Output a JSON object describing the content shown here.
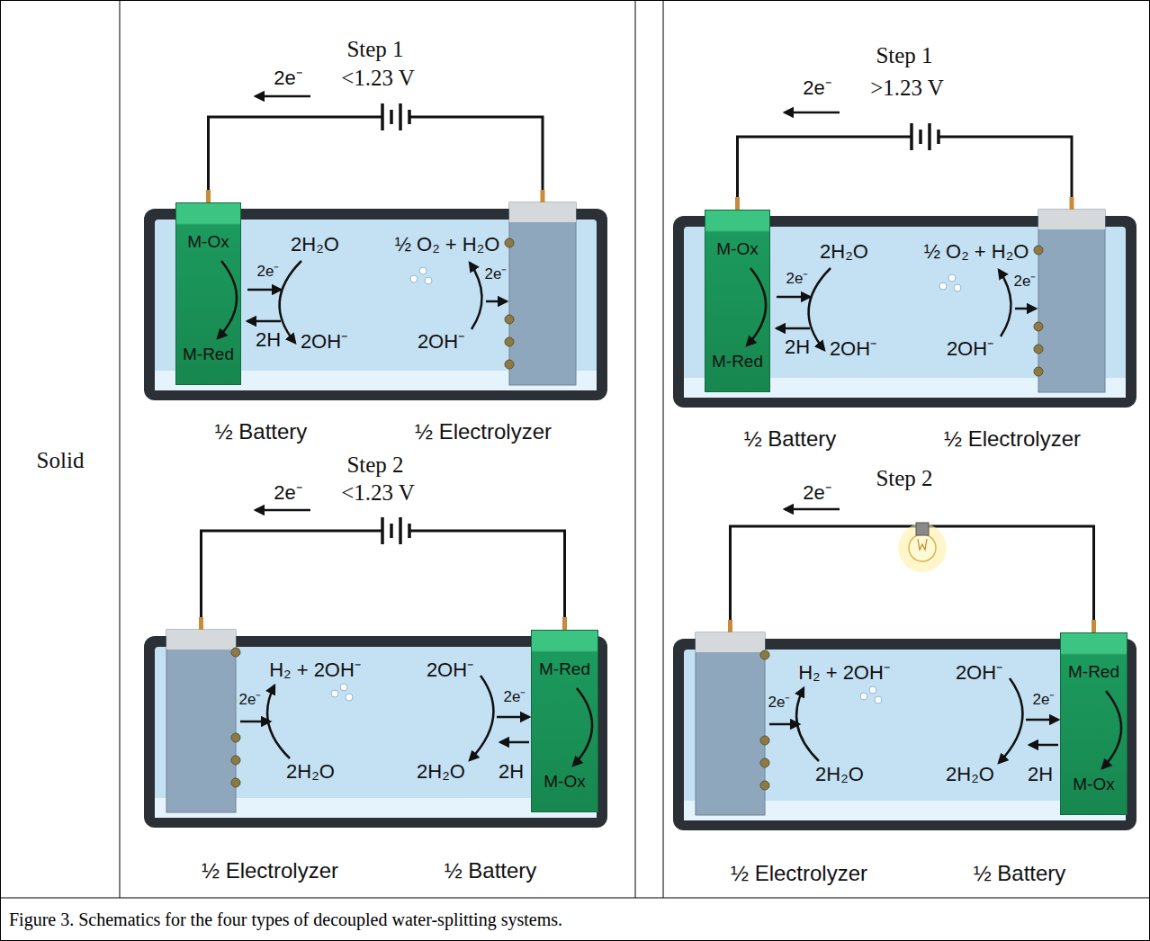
{
  "diagram": {
    "caption": "Figure 3.  Schematics for the four types of decoupled water-splitting systems.",
    "nodes": [
      {
        "text": [
          "M-Ox",
          "M-Red"
        ]
      },
      {
        "text": [
          "M-Red",
          "M-Ox"
        ]
      },
      {
        "text": [
          "M-Ox",
          "M-Red"
        ]
      },
      {
        "text": [
          "M-Red",
          "M-Ox"
        ]
      }
    ],
    "labels": [
      "Solid",
      "Step 1",
      "<1.23 V",
      "2e⁻",
      "2H₂O",
      "½ O₂ + H₂O",
      "2e⁻",
      "2e⁻",
      "2H",
      "2OH⁻",
      "2OH⁻",
      "½ Battery",
      "½ Electrolyzer",
      "Step 2",
      "<1.23 V",
      "2e⁻",
      "H₂ + 2OH⁻",
      "2OH⁻",
      "2e⁻",
      "2e⁻",
      "2H₂O",
      "2H₂O",
      "2H",
      "½ Electrolyzer",
      "½ Battery",
      "Step 1",
      ">1.23 V",
      "2e⁻",
      "2H₂O",
      "½ O₂ + H₂O",
      "2e⁻",
      "2e⁻",
      "2H",
      "2OH⁻",
      "2OH⁻",
      "½ Battery",
      "½ Electrolyzer",
      "Step 2",
      "2e⁻",
      "H₂ + 2OH⁻",
      "2OH⁻",
      "2e⁻",
      "2e⁻",
      "2H₂O",
      "2H₂O",
      "2H",
      "½ Electrolyzer",
      "½ Battery"
    ]
  }
}
